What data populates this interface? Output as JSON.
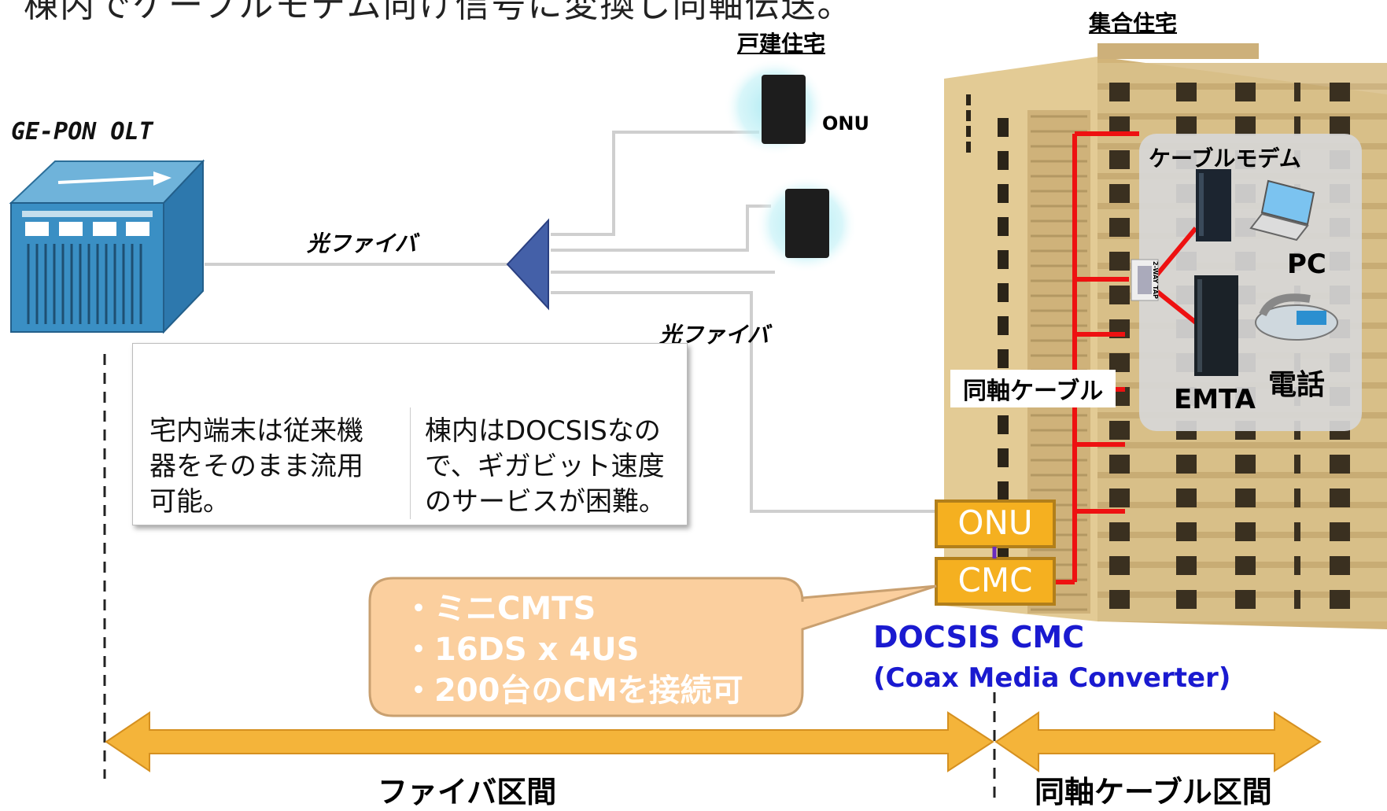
{
  "title_fragment": "棟内でケーブルモデム向け信号に変換し同軸伝送。",
  "olt": {
    "label": "GE-PON OLT"
  },
  "fiber_labels": {
    "upper": "光ファイバ",
    "lower": "光ファイバ"
  },
  "detached_house": {
    "label": "戸建住宅",
    "onu_label": "ONU"
  },
  "apartment": {
    "label": "集合住宅"
  },
  "notes": {
    "left": "宅内端末は従来機\n器をそのまま流用\n可能。",
    "right": "棟内はDOCSISなの\nで、ギガビット速度\nのサービスが困難。"
  },
  "in_building": {
    "coax_label": "同軸ケーブル",
    "modem_label": "ケーブルモデム",
    "pc_label": "PC",
    "phone_label": "電話",
    "emta_label": "EMTA",
    "tap_label": "2-WAY TAP"
  },
  "boxes": {
    "onu": "ONU",
    "cmc": "CMC"
  },
  "callout": {
    "lines": [
      "・ミニCMTS",
      "・16DS x 4US",
      "・200台のCMを接続可"
    ]
  },
  "docsis": {
    "line1": "DOCSIS CMC",
    "line2": "(Coax Media Converter)"
  },
  "sections": {
    "fiber": "ファイバ区間",
    "coax": "同軸ケーブル区間"
  },
  "colors": {
    "olt_blue": "#3a8fc4",
    "building_tan": "#d9c08a",
    "coax_red": "#ee1111",
    "box_orange": "#f5b020",
    "callout_fill": "#fbcf9e",
    "arrow_orange": "#f4b43a",
    "docsis_blue": "#1a1ad0"
  },
  "icons": [
    "olt-chassis-icon",
    "optical-splitter-icon",
    "onu-device-icon",
    "cable-modem-icon",
    "laptop-icon",
    "telephone-icon",
    "emta-icon",
    "two-way-tap-icon",
    "apartment-building-icon"
  ]
}
